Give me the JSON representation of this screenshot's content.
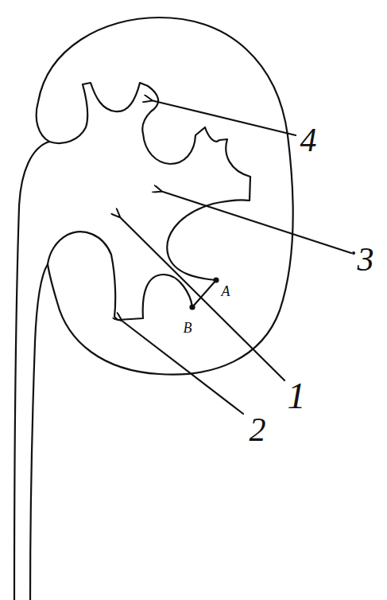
{
  "diagram": {
    "labels": [
      "4",
      "3",
      "A",
      "B",
      "1",
      "2"
    ]
  }
}
